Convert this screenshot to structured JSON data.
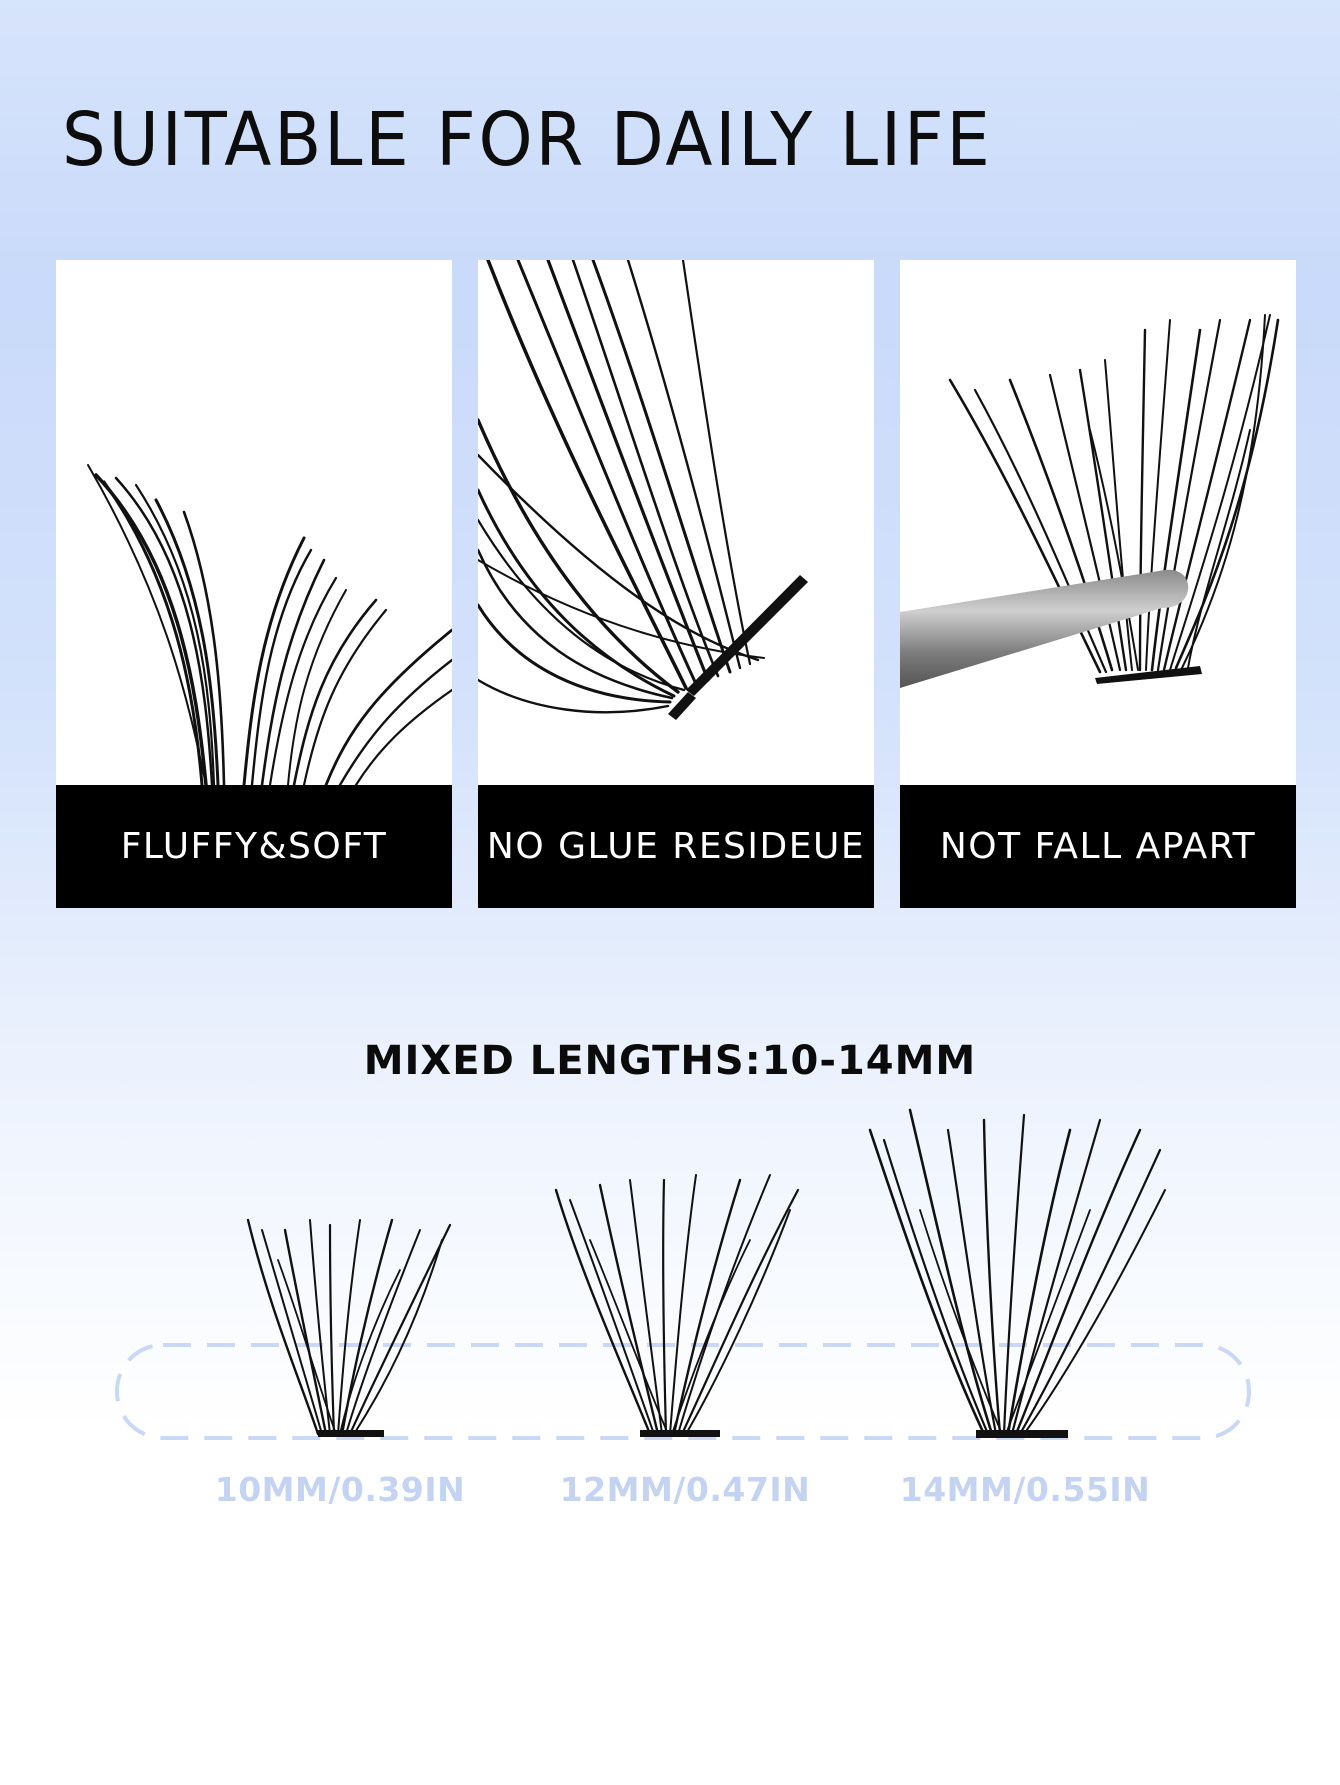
{
  "headline": "SUITABLE FOR DAILY LIFE",
  "features": [
    {
      "caption": "FLUFFY&SOFT",
      "image": "lash-clusters-closeup"
    },
    {
      "caption": "NO GLUE RESIDEUE",
      "image": "lash-band-base"
    },
    {
      "caption": "NOT FALL APART",
      "image": "tweezers-holding-lash"
    }
  ],
  "lengths": {
    "title": "MIXED LENGTHS:10-14MM",
    "items": [
      {
        "label": "10MM/0.39IN"
      },
      {
        "label": "12MM/0.47IN"
      },
      {
        "label": "14MM/0.55IN"
      }
    ]
  },
  "colors": {
    "caption_bg": "#000000",
    "accent_blue": "#c4d3f1",
    "dash_outline": "#c9d8f5"
  }
}
